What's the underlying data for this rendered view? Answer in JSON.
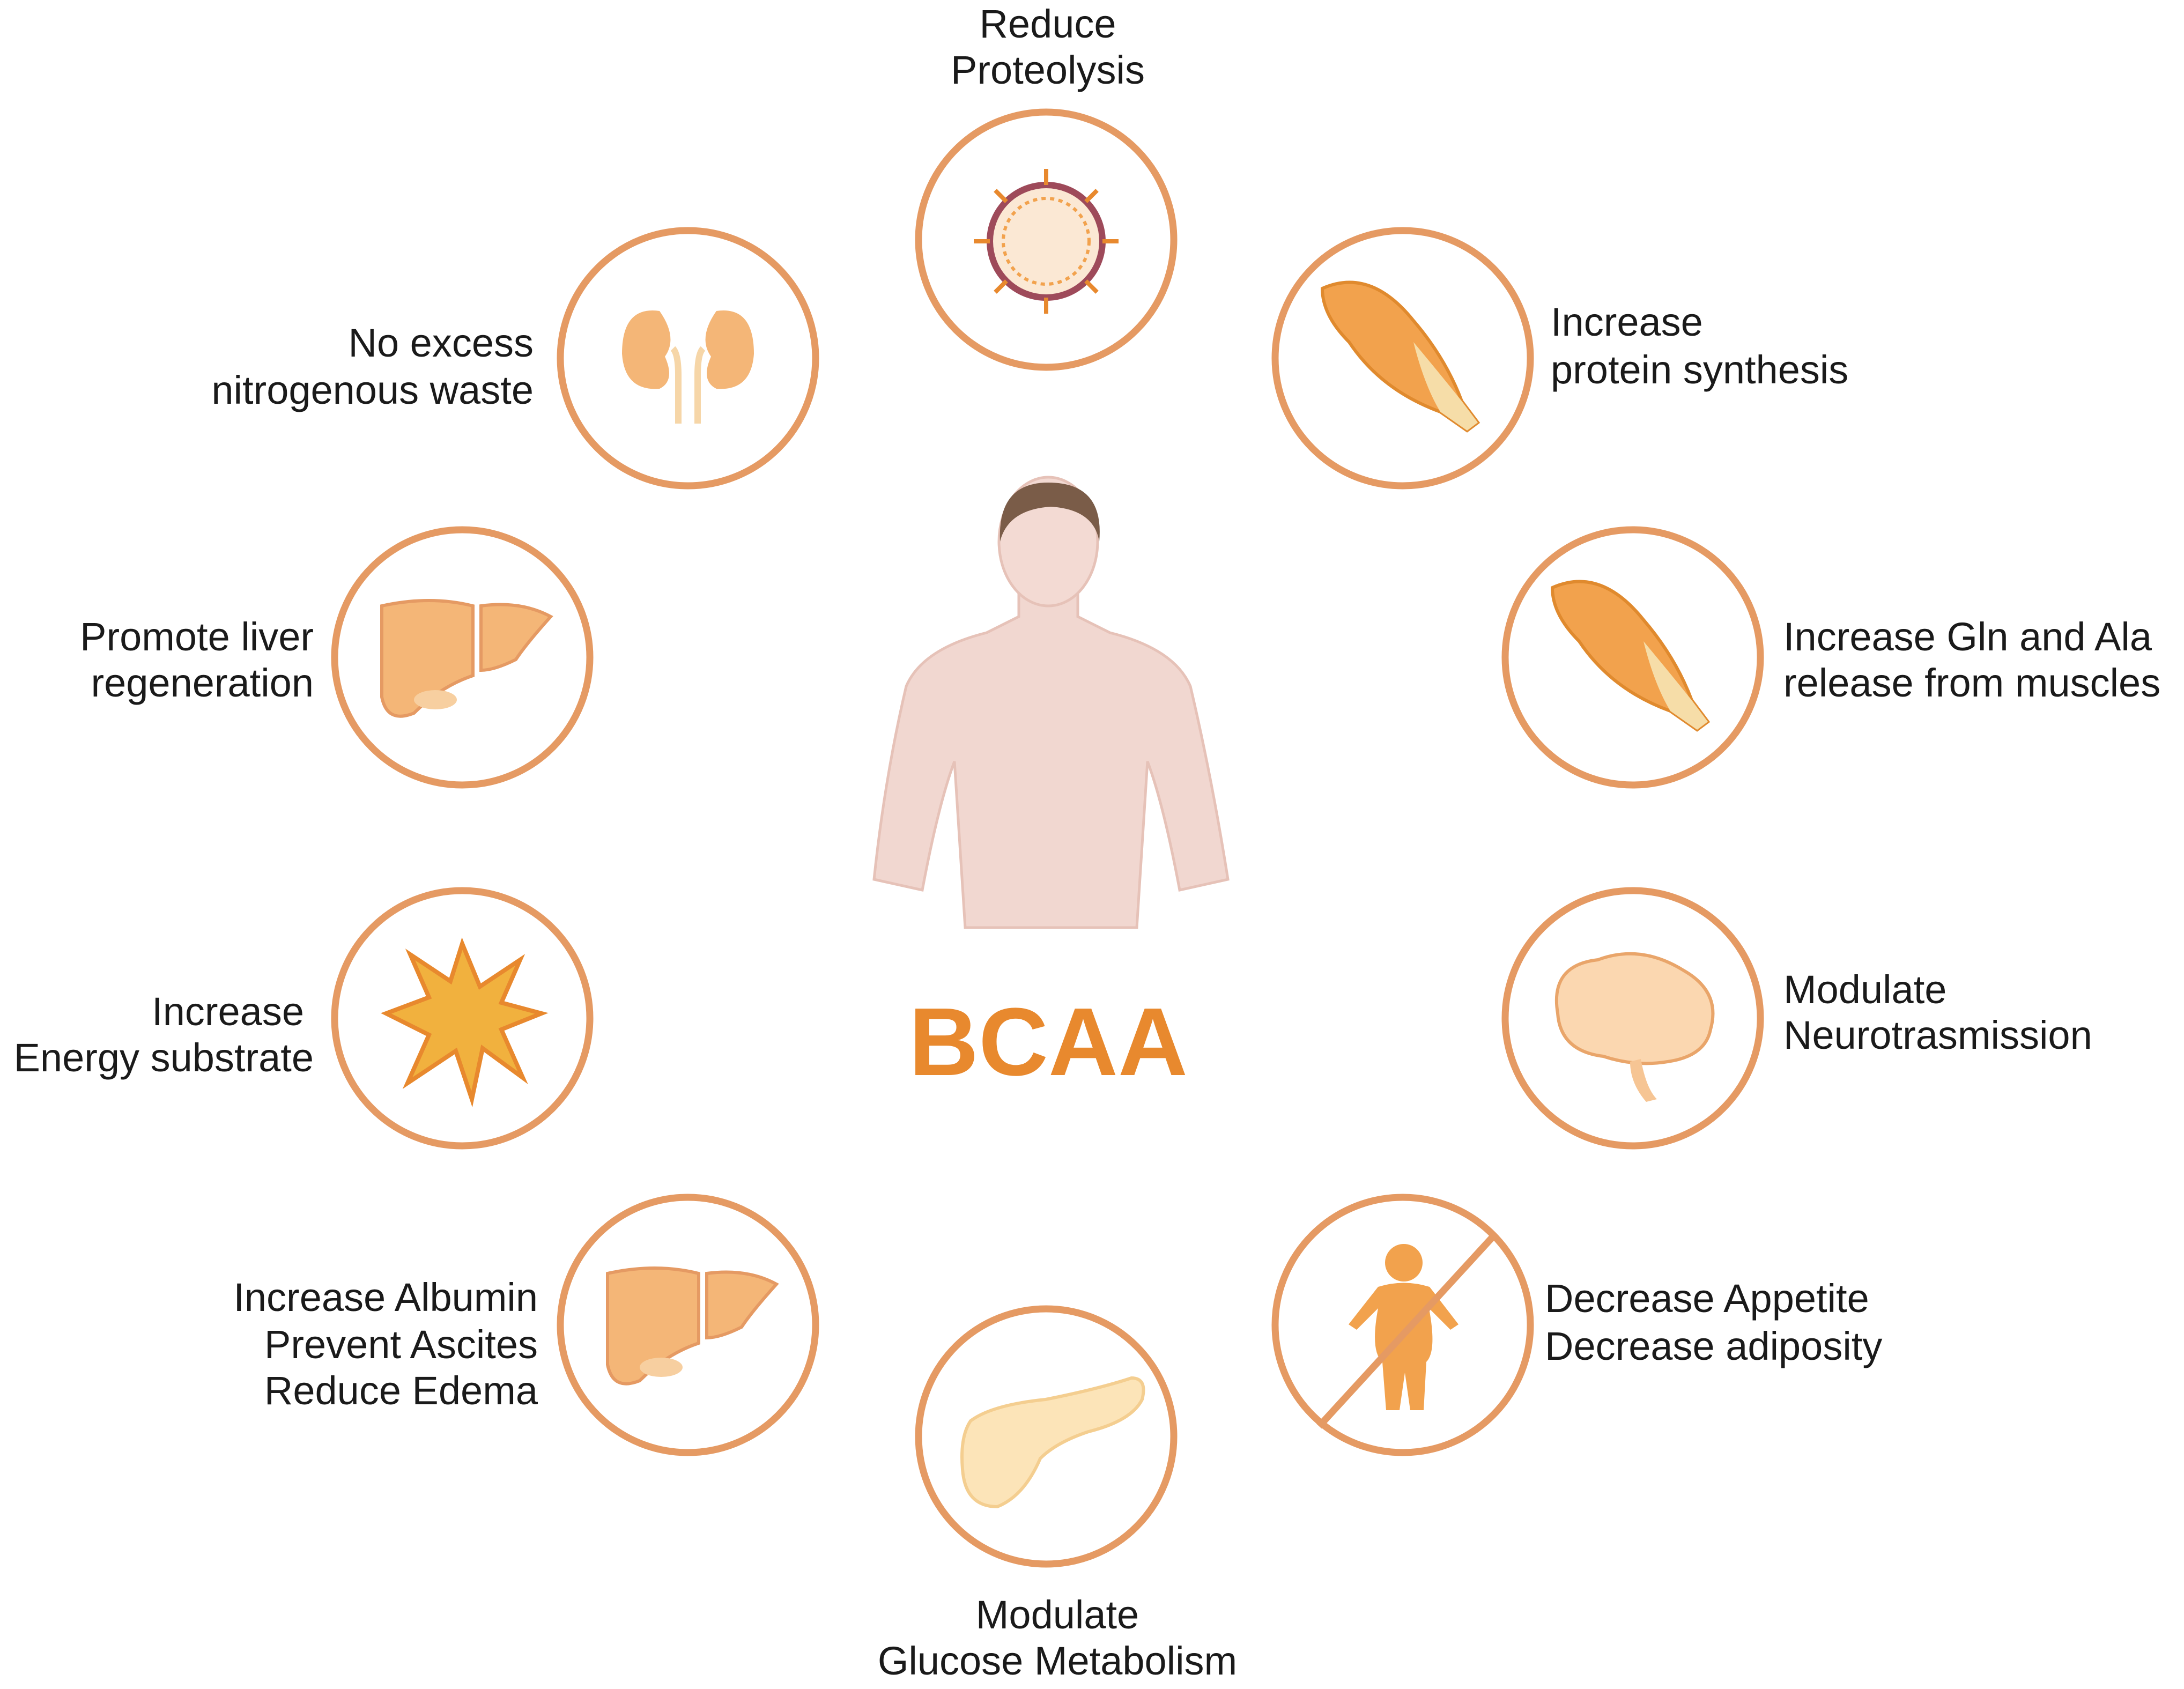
{
  "title": "BCAA",
  "colors": {
    "ring": "#E59A63",
    "accent": "#E8892E",
    "organ": "#F4B677",
    "skin": "#F1D7D0"
  },
  "effects": [
    {
      "id": "proteolysis",
      "icon": "virus-icon",
      "lines": [
        "Reduce",
        "Proteolysis"
      ]
    },
    {
      "id": "nitrogen",
      "icon": "kidney-icon",
      "lines": [
        "No excess",
        "nitrogenous waste"
      ]
    },
    {
      "id": "protein-synthesis",
      "icon": "muscle-icon",
      "lines": [
        "Increase",
        "protein synthesis"
      ]
    },
    {
      "id": "liver-regeneration",
      "icon": "liver-icon",
      "lines": [
        "Promote liver",
        "regeneration"
      ]
    },
    {
      "id": "gln-ala",
      "icon": "muscle-icon",
      "lines": [
        "Increase Gln and Ala",
        "release from muscles"
      ]
    },
    {
      "id": "energy",
      "icon": "burst-icon",
      "lines": [
        "Increase",
        "Energy substrate"
      ]
    },
    {
      "id": "neuro",
      "icon": "brain-icon",
      "lines": [
        "Modulate",
        "Neurotrasmission"
      ]
    },
    {
      "id": "albumin",
      "icon": "liver-icon",
      "lines": [
        "Increase Albumin",
        "Prevent Ascites",
        "Reduce Edema"
      ]
    },
    {
      "id": "appetite",
      "icon": "no-obesity-icon",
      "lines": [
        "Decrease Appetite",
        "Decrease adiposity"
      ]
    },
    {
      "id": "glucose",
      "icon": "pancreas-icon",
      "lines": [
        "Modulate",
        "Glucose Metabolism"
      ]
    }
  ]
}
